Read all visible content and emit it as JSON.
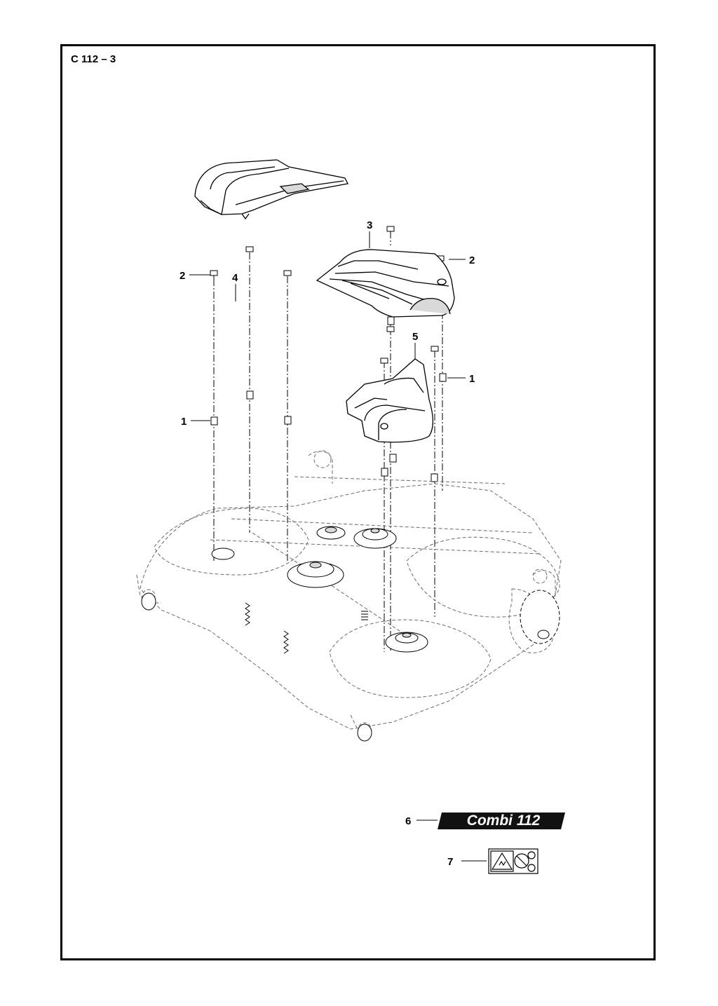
{
  "page": {
    "code": "C 112 – 3"
  },
  "callouts": [
    {
      "id": "callout-1-left",
      "label": "1"
    },
    {
      "id": "callout-1-right",
      "label": "1"
    },
    {
      "id": "callout-2-left",
      "label": "2"
    },
    {
      "id": "callout-2-right",
      "label": "2"
    },
    {
      "id": "callout-3",
      "label": "3"
    },
    {
      "id": "callout-4",
      "label": "4"
    },
    {
      "id": "callout-5",
      "label": "5"
    },
    {
      "id": "callout-6",
      "label": "6"
    },
    {
      "id": "callout-7",
      "label": "7"
    }
  ],
  "decals": {
    "model_label": "Combi 112",
    "warning_label_icon": "warning-and-prohibition-decal"
  },
  "colors": {
    "line": "#000000",
    "hidden_line": "#6b6b6b",
    "shade": "#d9d9d9",
    "decal_bg": "#111111",
    "decal_text": "#ffffff"
  }
}
